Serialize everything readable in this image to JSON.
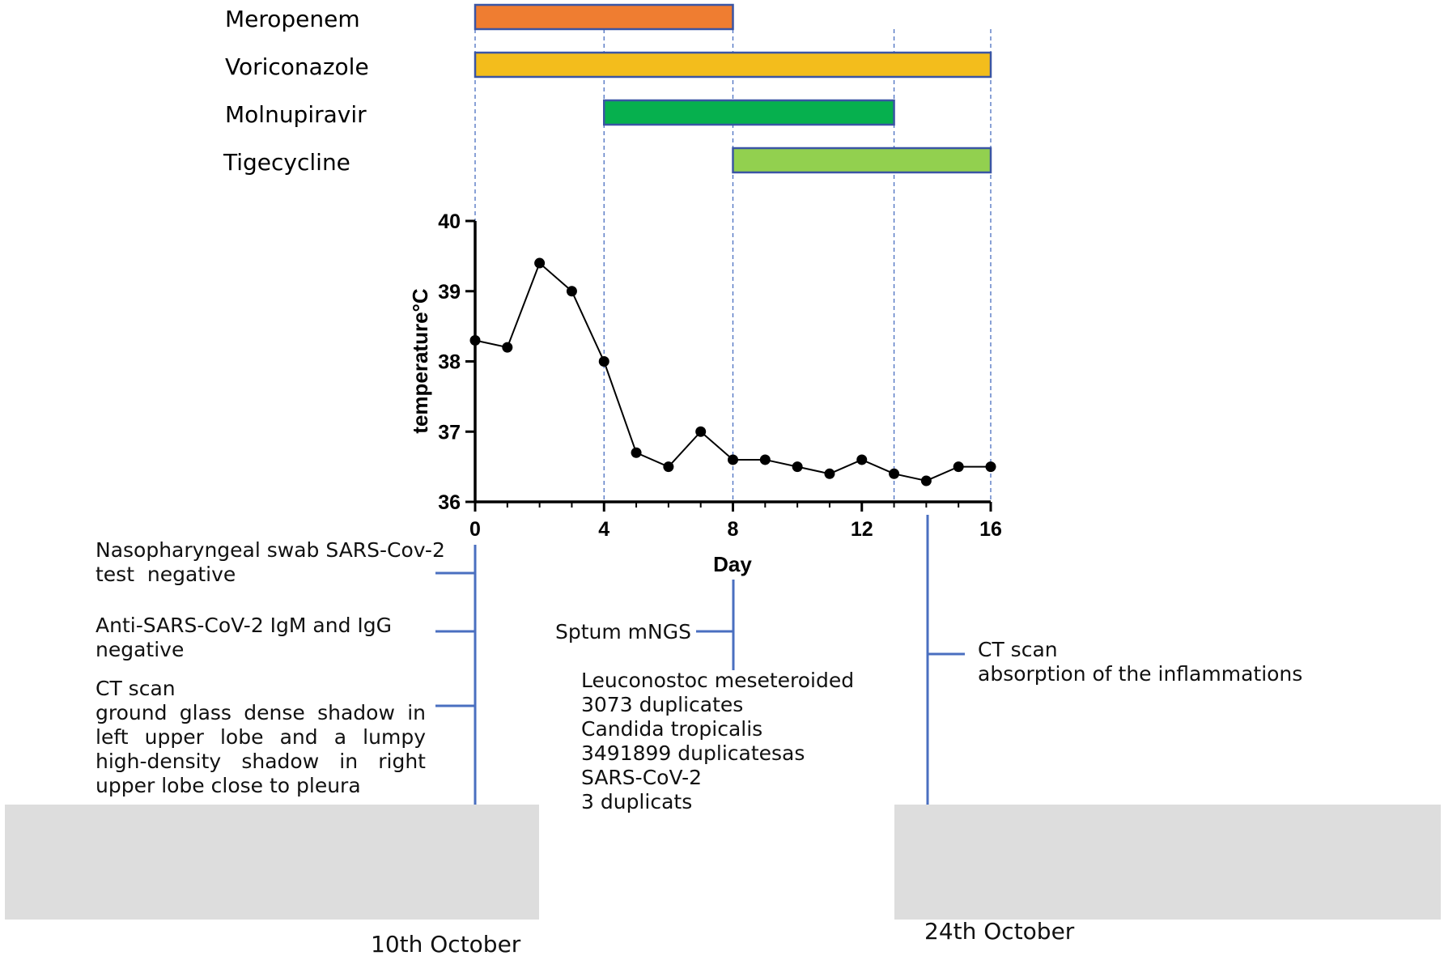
{
  "chart_data": {
    "type": "line",
    "x": [
      0,
      1,
      2,
      3,
      4,
      5,
      6,
      7,
      8,
      9,
      10,
      11,
      12,
      13,
      14,
      15,
      16
    ],
    "series": [
      {
        "values": [
          38.3,
          38.2,
          39.4,
          39.0,
          38.0,
          36.7,
          36.5,
          37.0,
          36.6,
          36.6,
          36.5,
          36.4,
          36.6,
          36.4,
          36.3,
          36.5,
          36.5
        ]
      }
    ],
    "xlabel": "Day",
    "ylabel": "temperature°C",
    "xlim": [
      0,
      16
    ],
    "ylim": [
      36,
      40
    ],
    "xticks": [
      "0",
      "4",
      "8",
      "12",
      "16"
    ],
    "yticks": [
      "36",
      "37",
      "38",
      "39",
      "40"
    ],
    "grid": false,
    "reference_lines_at_days": [
      0,
      4,
      8,
      13,
      16
    ],
    "treatments": [
      {
        "name": "Meropenem",
        "start": 0,
        "end": 8,
        "color": "#ef7d31"
      },
      {
        "name": "Voriconazole",
        "start": 0,
        "end": 16,
        "color": "#f3bd1c"
      },
      {
        "name": "Molnupiravir",
        "start": 4,
        "end": 13,
        "color": "#06b04e"
      },
      {
        "name": "Tigecycline",
        "start": 8,
        "end": 16,
        "color": "#92d04f"
      }
    ],
    "colors": {
      "bar_border": "#3a55a4",
      "timeline": "#4a6fc0",
      "ref_line": "#4a6fc0",
      "line": "#000000"
    }
  },
  "annotations": {
    "left": {
      "swab": [
        "Nasopharyngeal swab SARS-Cov-2",
        "test  negative"
      ],
      "antibody": [
        "Anti-SARS-CoV-2 IgM and IgG",
        "negative"
      ],
      "ct_title": "CT scan",
      "ct_body": "ground glass dense shadow in left upper lobe and a lumpy high-density shadow in right upper lobe close to pleura"
    },
    "middle": {
      "title": "Sptum mNGS",
      "lines": [
        "Leuconostoc meseteroided",
        "3073 duplicates",
        "Candida tropicalis",
        "3491899 duplicatesas",
        "SARS-CoV-2",
        "3 duplicats"
      ]
    },
    "right": {
      "title": "CT scan",
      "body": "absorption of the inflammations"
    }
  },
  "ct_images": {
    "first_date": "10th October",
    "second_date": "24th October"
  }
}
